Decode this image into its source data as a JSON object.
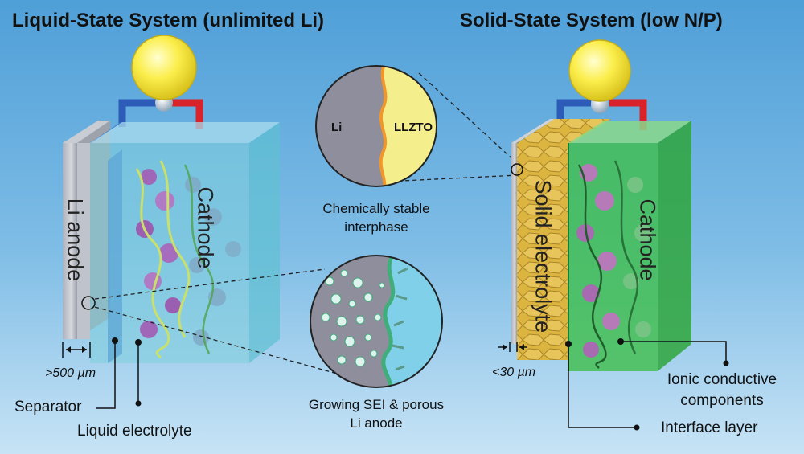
{
  "titles": {
    "left": "Liquid-State System (unlimited Li)",
    "right": "Solid-State System (low N/P)"
  },
  "left_cell": {
    "anode": "Li anode",
    "cathode": "Cathode",
    "thickness": ">500 µm",
    "separator": "Separator",
    "electrolyte": "Liquid electrolyte"
  },
  "right_cell": {
    "electrolyte": "Solid electrolyte",
    "cathode": "Cathode",
    "thickness": "<30 µm",
    "ionic_line1": "Ionic conductive",
    "ionic_line2": "components",
    "interface": "Interface layer"
  },
  "zoom_top": {
    "li": "Li",
    "llzto": "LLZTO",
    "caption_line1": "Chemically stable",
    "caption_line2": "interphase"
  },
  "zoom_bottom": {
    "caption_line1": "Growing SEI  &  porous",
    "caption_line2": "Li anode"
  },
  "colors": {
    "background": "#6aafe0",
    "li_metal": "#8e8e9c",
    "llzto": "#f4ee8c",
    "solid_electrolyte": "#d9b13a",
    "cathode_liquid": "#7fd0dc",
    "cathode_solid": "#3fbe4a",
    "bulb": "#fff04a",
    "positive_wire": "#d8232a",
    "negative_wire": "#2c5bb8"
  }
}
